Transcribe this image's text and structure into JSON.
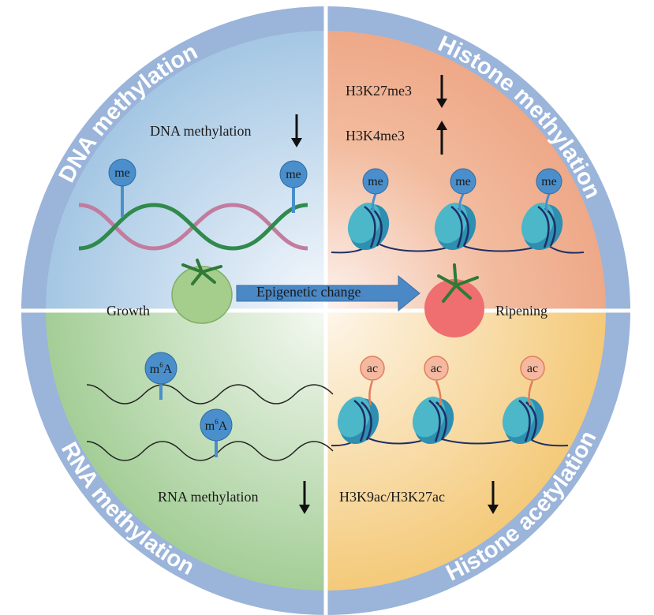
{
  "ring": {
    "top_left": "DNA methylation",
    "top_right": "Histone methylation",
    "bottom_left": "RNA methylation",
    "bottom_right": "Histone acetylation"
  },
  "dna": {
    "label": "DNA methylation",
    "trend": "down",
    "marks": [
      "me",
      "me"
    ]
  },
  "histone_methylation": {
    "items": [
      {
        "label": "H3K27me3",
        "trend": "down"
      },
      {
        "label": "H3K4me3",
        "trend": "up"
      }
    ],
    "marks": [
      "me",
      "me",
      "me"
    ]
  },
  "center": {
    "left": "Growth",
    "arrow": "Epigenetic change",
    "right": "Ripening"
  },
  "rna": {
    "label": "RNA methylation",
    "trend": "down",
    "marks": [
      "m",
      "6",
      "A"
    ]
  },
  "histone_acetylation": {
    "label": "H3K9ac/H3K27ac",
    "trend": "down",
    "marks": [
      "ac",
      "ac",
      "ac"
    ]
  },
  "colors": {
    "ring": "#9bb4da",
    "blue": "#a9cbe6",
    "salmon": "#f0ad8c",
    "green": "#a6cf98",
    "yellow": "#f5cd7c"
  }
}
